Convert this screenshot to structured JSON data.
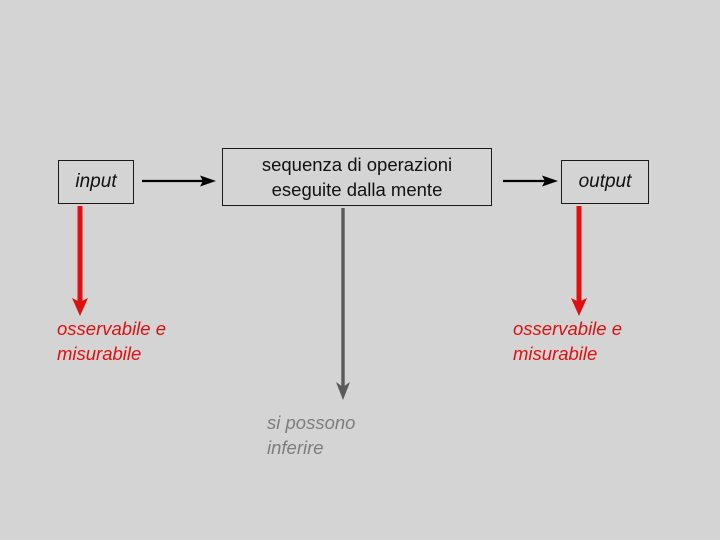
{
  "diagram": {
    "title_text": "",
    "background_color": "#d4d4d4",
    "nodes": {
      "input": {
        "label": "input",
        "border_color": "#1a1a1a",
        "text_color": "#111111"
      },
      "process": {
        "label": "sequenza di operazioni\neseguite dalla mente",
        "line1": "sequenza di operazioni",
        "line2": "eseguite dalla mente",
        "border_color": "#1a1a1a",
        "text_color": "#111111"
      },
      "output": {
        "label": "output",
        "border_color": "#1a1a1a",
        "text_color": "#111111"
      }
    },
    "annotations": {
      "left_observable": {
        "label": "osservabile e\nmisurabile",
        "color": "#e01010"
      },
      "right_observable": {
        "label": "osservabile e\nmisurabile",
        "color": "#e01010"
      },
      "inferable": {
        "label": "si possono\ninferire",
        "color": "#7d7d7d"
      }
    },
    "connectors": {
      "input_to_process": {
        "direction": "right",
        "color": "#000000"
      },
      "process_to_output": {
        "direction": "right",
        "color": "#000000"
      },
      "input_down": {
        "direction": "down",
        "color": "#e01010"
      },
      "output_down": {
        "direction": "down",
        "color": "#e01010"
      },
      "process_down": {
        "direction": "down",
        "color": "#5a5a5a"
      }
    }
  }
}
